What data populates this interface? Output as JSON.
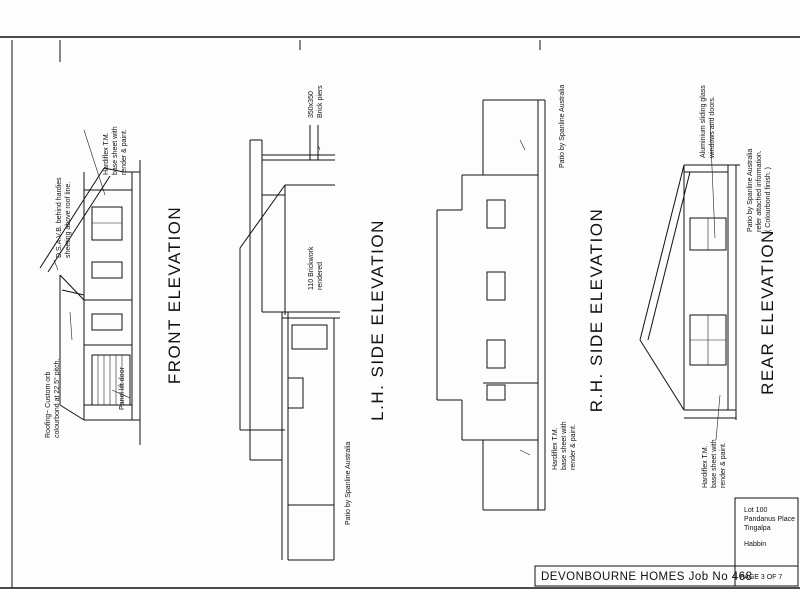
{
  "sheet": {
    "views": {
      "front": "FRONT   ELEVATION",
      "lh_side": "L.H.  SIDE   ELEVATION",
      "rh_side": "R.H.  SIDE   ELEVATION",
      "rear": "REAR   ELEVATION"
    },
    "notes": {
      "front_dsavb_1": "D.S.A.V.B. behind hardies",
      "front_dsavb_2": "sheeting above roof line.",
      "front_hardiflex_1": "Hardiflex T.M.",
      "front_hardiflex_2": "base sheet with",
      "front_hardiflex_3": "render & paint.",
      "front_roofing_1": "Roofing~ Custom orb",
      "front_roofing_2": "colourbond at 22.5° pitch.",
      "front_door": "Panel lift door",
      "lh_piers_1": "350x350",
      "lh_piers_2": "Brick piers",
      "lh_brick_1": "110 Brickwork",
      "lh_brick_2": "rendered",
      "lh_patio": "Patio by Spanline Australia",
      "rh_patio_top": "Patio by Spanline Australia",
      "rh_hardiflex_1": "Hardiflex T.M.",
      "rh_hardiflex_2": "base sheet with",
      "rh_hardiflex_3": "render & paint.",
      "rear_glass_1": "Aluminium sliding glass",
      "rear_glass_2": "windows and doors.",
      "rear_patio_1": "Patio by Spanline Australia",
      "rear_patio_2": "refer attached information.",
      "rear_patio_3": "( Colourbond finish. )",
      "rear_hardiflex_1": "Hardiflex T.M.",
      "rear_hardiflex_2": "base sheet with",
      "rear_hardiflex_3": "render & paint."
    },
    "title_block": {
      "company": "DEVONBOURNE HOMES Job No 468",
      "page": "PAGE 3 OF 7",
      "lot": "Lot 100",
      "street": "Pandanus Place",
      "suburb": "Tingalpa",
      "client": "Habbin"
    }
  }
}
